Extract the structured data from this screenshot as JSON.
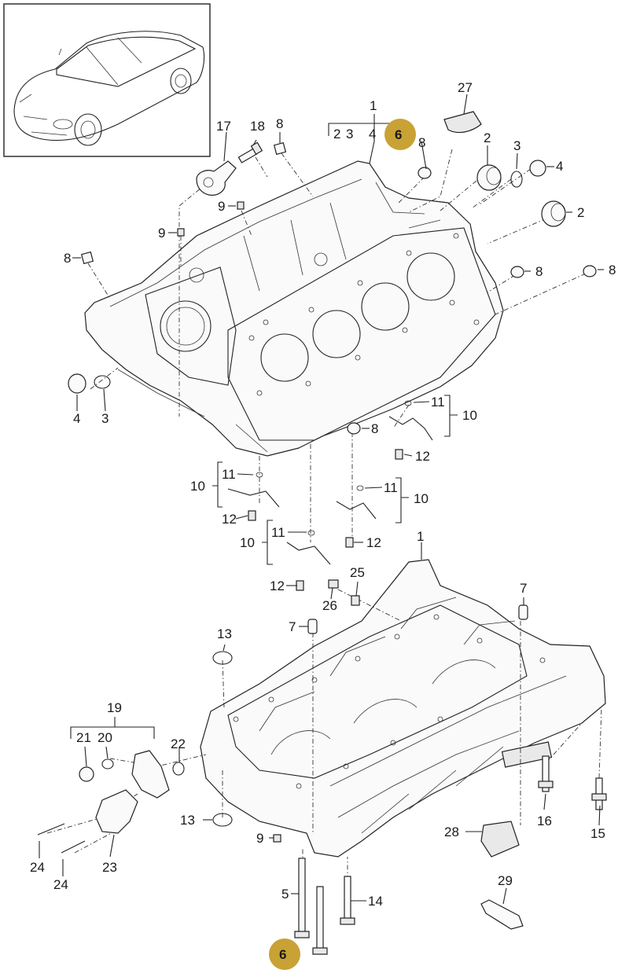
{
  "title": "",
  "labels": {
    "p1_top": "1",
    "p2": "2",
    "p3": "3",
    "p4": "4",
    "p6": "6",
    "p8": "8",
    "p9": "9",
    "p10": "10",
    "p11": "11",
    "p12": "12",
    "p17": "17",
    "p18": "18",
    "p27": "27",
    "p1_bottom": "1",
    "p5": "5",
    "p7": "7",
    "p13": "13",
    "p14": "14",
    "p15": "15",
    "p16": "16",
    "p19": "19",
    "p20": "20",
    "p21": "21",
    "p22": "22",
    "p23": "23",
    "p24": "24",
    "p25": "25",
    "p26": "26",
    "p28": "28",
    "p29": "29"
  },
  "highlight_color": "#c9a235"
}
